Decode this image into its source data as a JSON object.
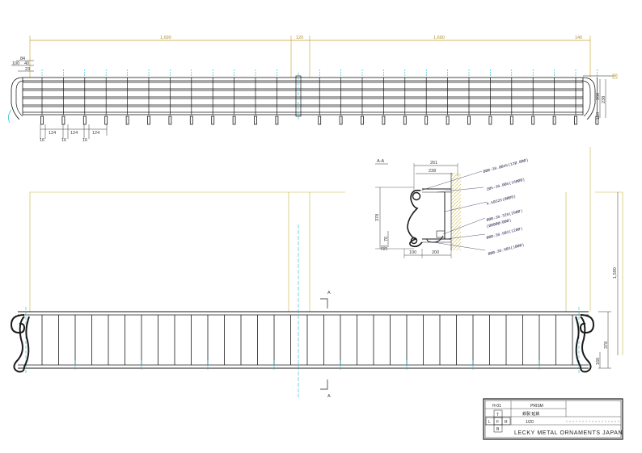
{
  "colors": {
    "dim_line": "#c9a227",
    "rail": "#1a1a1a",
    "center_line": "#22b8c8",
    "mounting": "#c8b43a",
    "text": "#333333"
  },
  "top_view": {
    "overall_dims": [
      "1,690",
      "120",
      "1,690",
      "140"
    ],
    "left_dims": [
      "84",
      "100",
      "40",
      "23"
    ],
    "right_dims": [
      "238",
      "200",
      "100"
    ],
    "bottom_dims": [
      "16",
      "124",
      "16",
      "124",
      "16",
      "124"
    ]
  },
  "section": {
    "label": "A-A",
    "top_dims": [
      "261",
      "238"
    ],
    "left_dims": [
      "378",
      "70",
      "20",
      "20"
    ],
    "bottom_dims": [
      "100",
      "200"
    ],
    "notes": [
      "ØØØ-30.ØØ45(12Ø.ØØØ)",
      "2Ø5-30.ØØ5(16ØØØ)",
      "4.5Ø325(ØØØ8)",
      "ØØØ-30.320(20ØØ)",
      "(ØØØØØ/ØØØ)",
      "ØØØ-30.0Ø2(12ØØ)",
      "ØØØ-30.0Ø3(1ØØØ)"
    ]
  },
  "front_view": {
    "section_marker": "A",
    "right_dims": [
      "1,590",
      "378",
      "160"
    ]
  },
  "title_block": {
    "drawing_no": "H-01",
    "name": "PRISM",
    "material": "鉄製 延鉄",
    "scale": "1/20",
    "view_letters": [
      "T",
      "L",
      "F",
      "R",
      "B"
    ],
    "company": "LECKY METAL ORNAMENTS JAPAN"
  }
}
